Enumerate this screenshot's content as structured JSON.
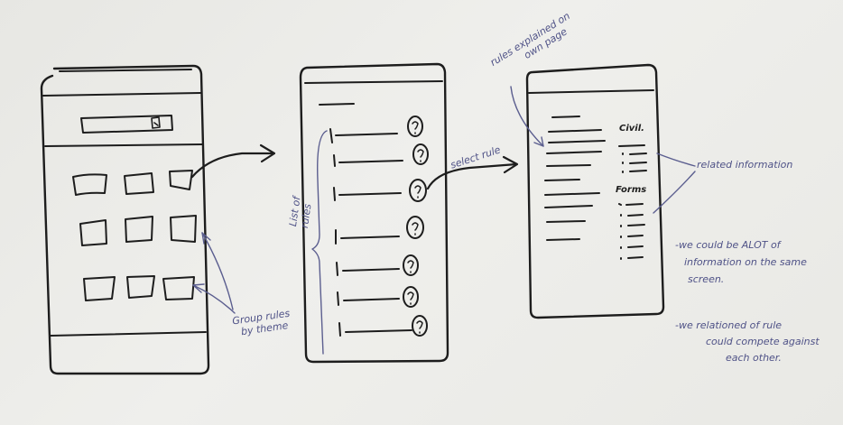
{
  "annotations": {
    "group_rules": [
      "Group rules",
      "by theme"
    ],
    "list_of_rules": [
      "List of",
      "rules"
    ],
    "select_rule": "select rule",
    "rules_explained": [
      "rules explained on",
      "own page"
    ],
    "related_information": "related information",
    "civ_label": "Civil.",
    "forms_label": "Forms",
    "note_alot": [
      "-we could be ALOT of",
      "information on the same",
      "screen."
    ],
    "note_compete": [
      "-we relationed of rule",
      "could compete against",
      "each other."
    ]
  },
  "colors": {
    "ink": "#1d1d1d",
    "marker_purple": "#5b5e8f",
    "board": "#ebebe7"
  },
  "icons": [
    "question-circle-icon",
    "arrow-icon",
    "search-bar"
  ]
}
